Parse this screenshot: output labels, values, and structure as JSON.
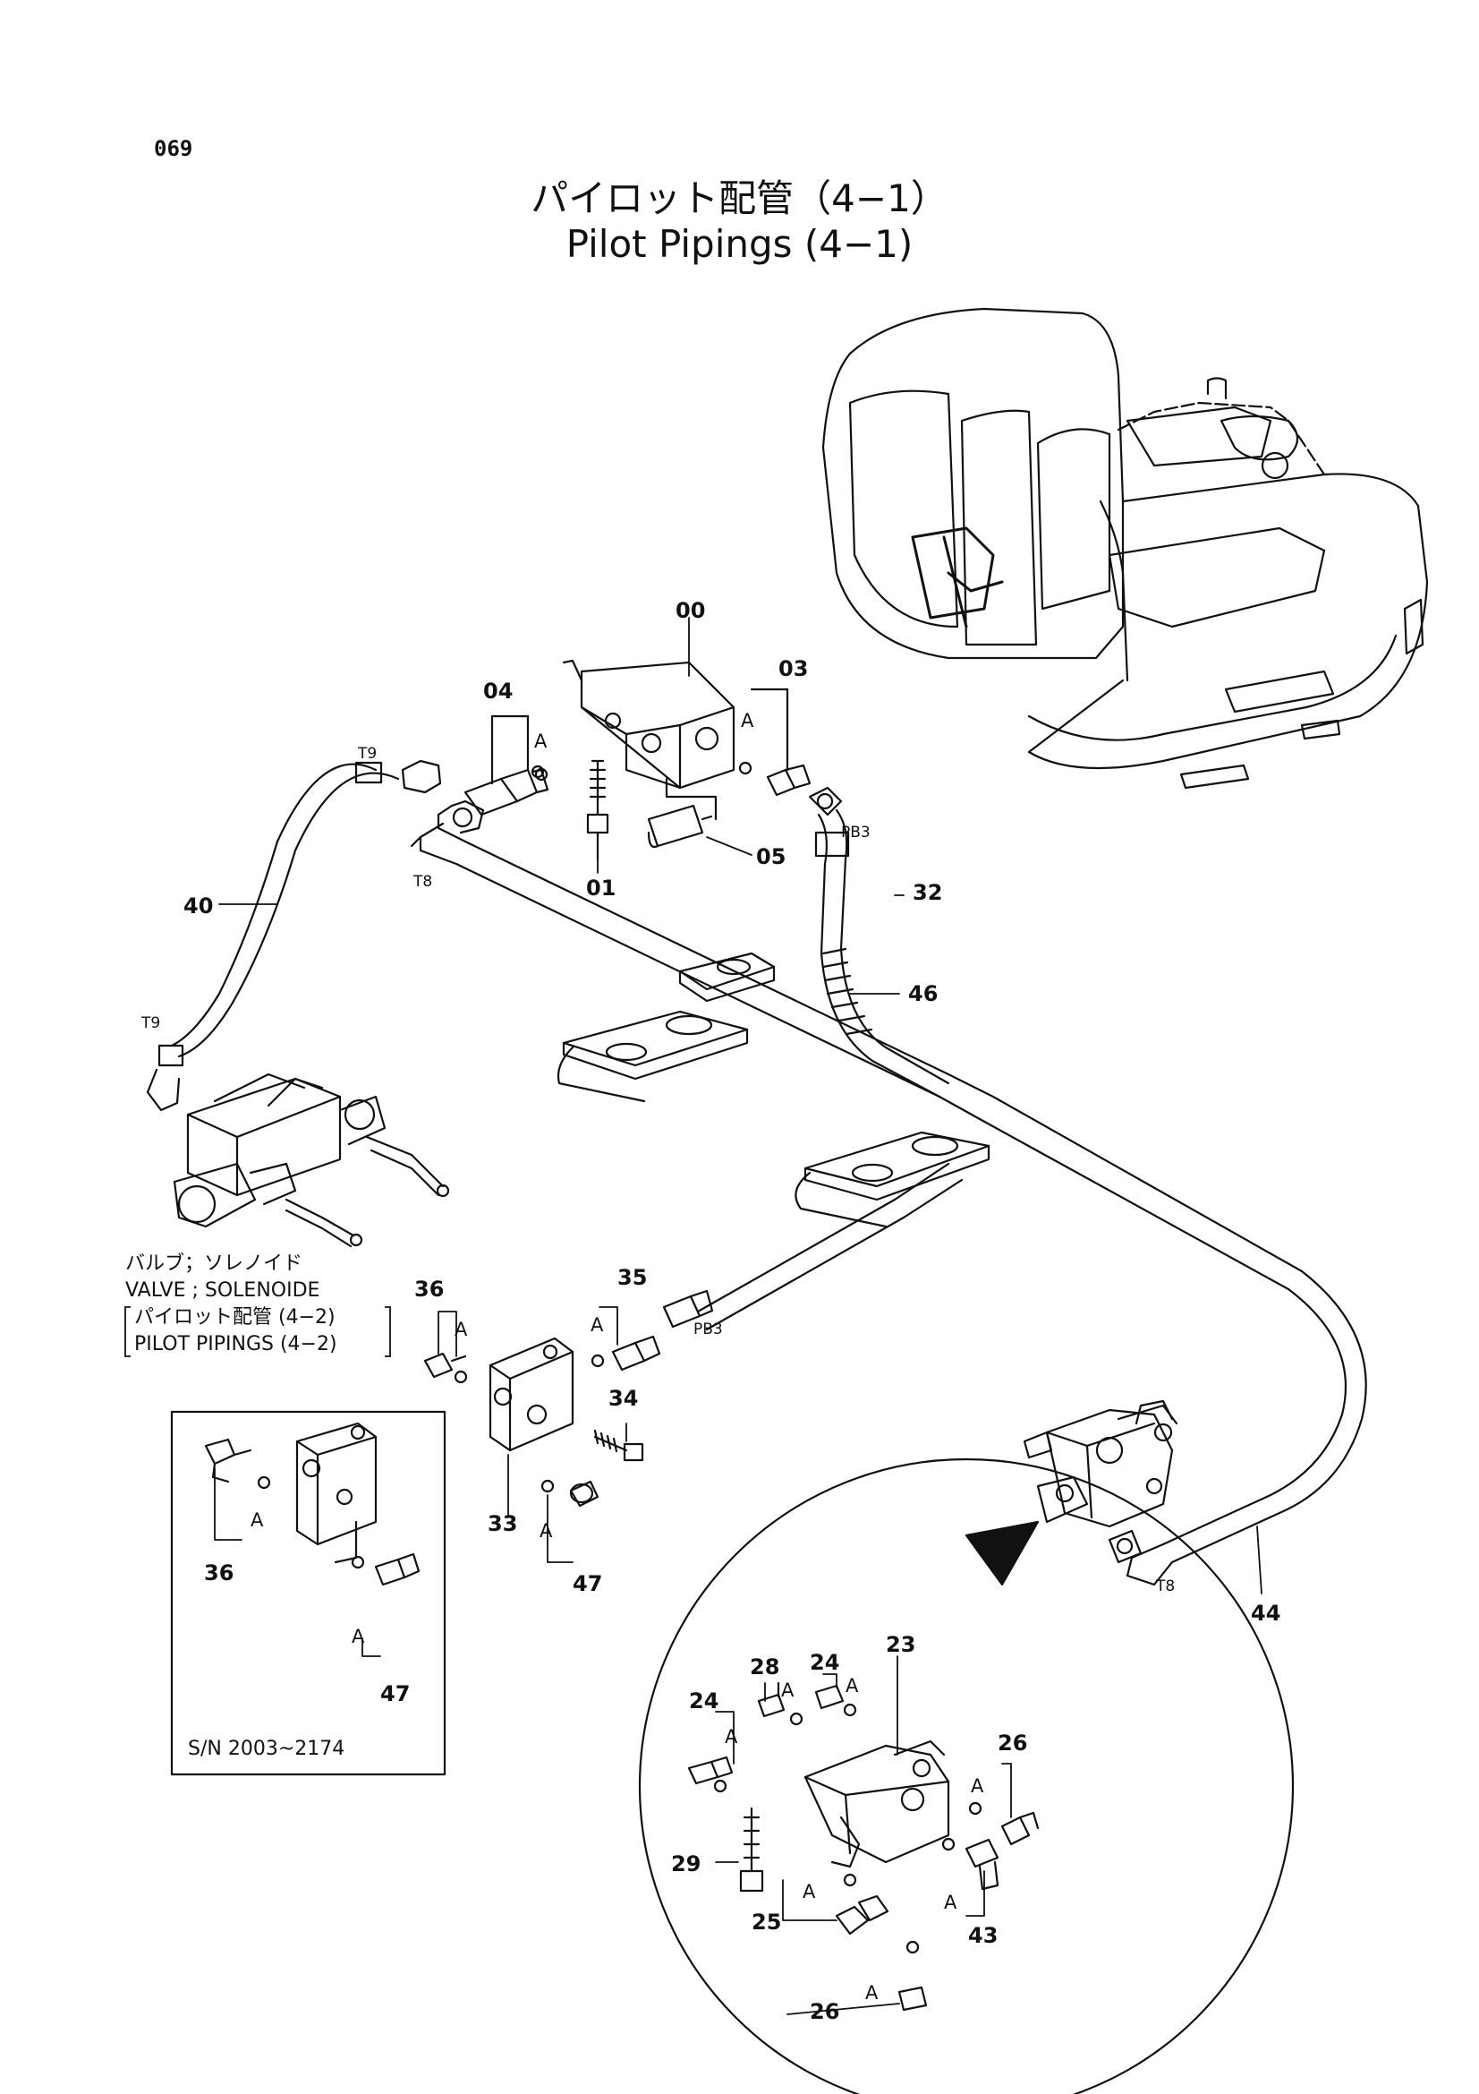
{
  "page_number": "069",
  "title_jp": "パイロット配管（4−1）",
  "title_en": "Pilot Pipings (4−1)",
  "valve_note": {
    "line1": "バルブ；ソレノイド",
    "line2": "VALVE ; SOLENOIDE",
    "line3": "パイロット配管 (4−2)",
    "line4": "PILOT  PIPINGS (4−2)"
  },
  "serial_range": "S/N 2003~2174",
  "ref_letter": "A",
  "part_numbers": {
    "p00": "00",
    "p01": "01",
    "p03": "03",
    "p04": "04",
    "p05": "05",
    "p23": "23",
    "p24": "24",
    "p25": "25",
    "p26": "26",
    "p28": "28",
    "p29": "29",
    "p32": "32",
    "p33": "33",
    "p34": "34",
    "p35": "35",
    "p36": "36",
    "p40": "40",
    "p43": "43",
    "p44": "44",
    "p46": "46",
    "p47": "47"
  },
  "port_labels": {
    "t8": "T8",
    "t9": "T9",
    "pb3": "PB3"
  }
}
